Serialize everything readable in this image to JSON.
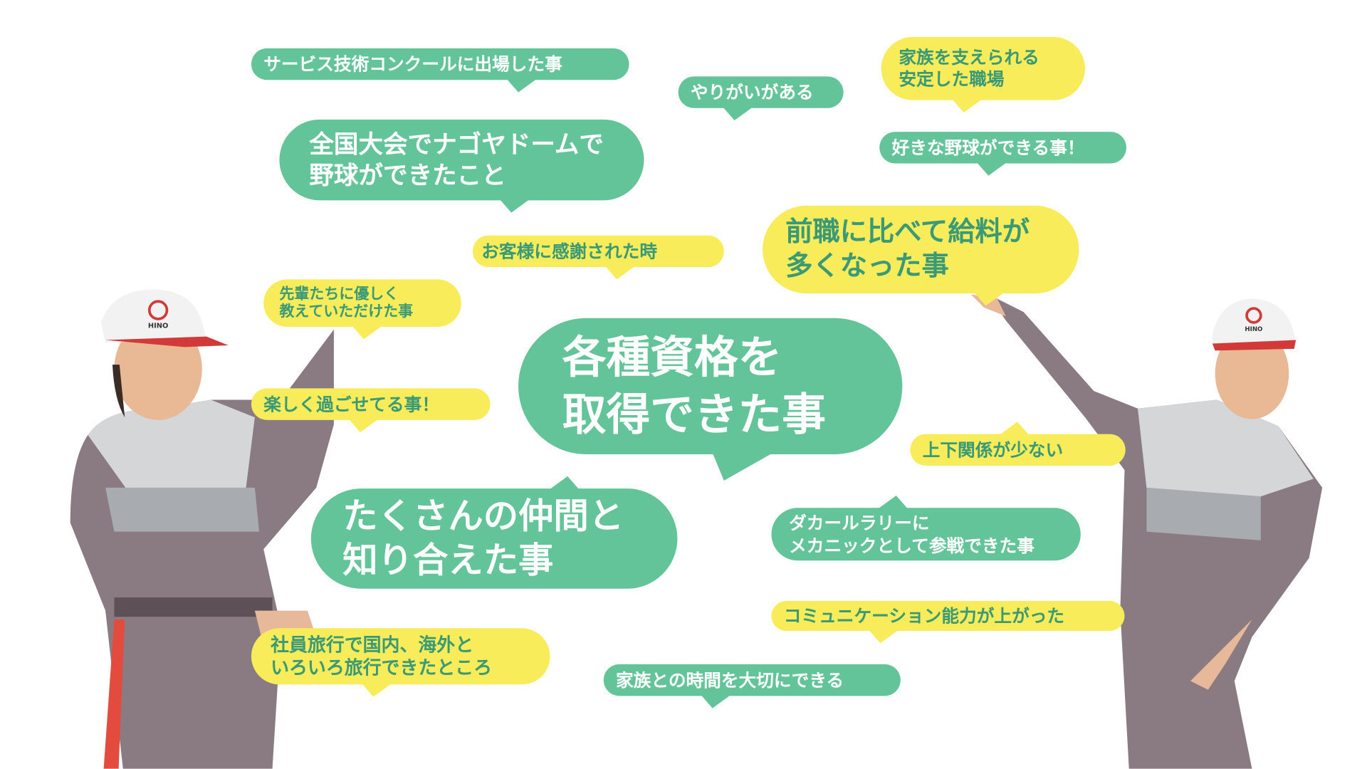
{
  "bubbles": [
    {
      "id": "service-contest",
      "text": "サービス技術コンクールに出場した事"
    },
    {
      "id": "rewarding",
      "text": "やりがいがある"
    },
    {
      "id": "support-family",
      "lines": [
        "家族を支えられる",
        "安定した職場"
      ]
    },
    {
      "id": "nagoya-dome",
      "lines": [
        "全国大会でナゴヤドームで",
        "野球ができたこと"
      ]
    },
    {
      "id": "baseball",
      "text": "好きな野球ができる事！"
    },
    {
      "id": "customer-thanks",
      "text": "お客様に感謝された時"
    },
    {
      "id": "salary",
      "lines": [
        "前職に比べて給料が",
        "多くなった事"
      ]
    },
    {
      "id": "seniors",
      "lines": [
        "先輩たちに優しく",
        "教えていただけた事"
      ]
    },
    {
      "id": "qualifications",
      "lines": [
        "各種資格を",
        "取得できた事"
      ]
    },
    {
      "id": "fun",
      "text": "楽しく過ごせてる事！"
    },
    {
      "id": "hierarchy",
      "text": "上下関係が少ない"
    },
    {
      "id": "friends",
      "lines": [
        "たくさんの仲間と",
        "知り合えた事"
      ]
    },
    {
      "id": "dakar",
      "lines": [
        "ダカールラリーに",
        "メカニックとして参戦できた事"
      ]
    },
    {
      "id": "communication",
      "text": "コミュニケーション能力が上がった"
    },
    {
      "id": "company-trip",
      "lines": [
        "社員旅行で国内、海外と",
        "いろいろ旅行できたところ"
      ]
    },
    {
      "id": "family-time",
      "text": "家族との時間を大切にできる"
    }
  ],
  "cap_logo": "HINO",
  "colors": {
    "green": "#63c499",
    "yellow": "#f8ec5a",
    "green_text": "#3a9a78"
  }
}
